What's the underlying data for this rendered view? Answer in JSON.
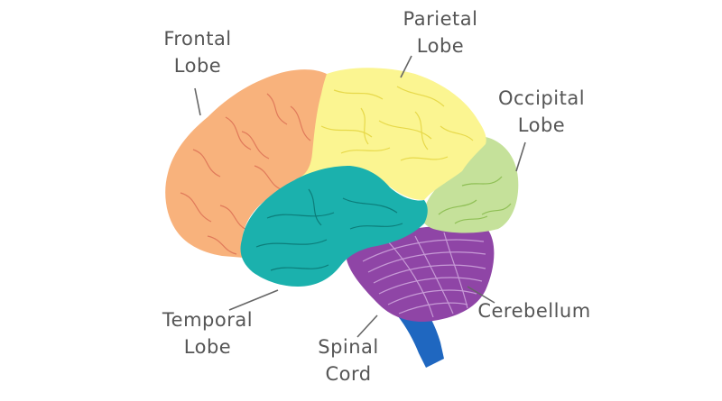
{
  "labels": {
    "frontal": [
      "Frontal",
      "Lobe"
    ],
    "parietal": [
      "Parietal",
      "Lobe"
    ],
    "occipital": [
      "Occipital",
      "Lobe"
    ],
    "temporal": [
      "Temporal",
      "Lobe"
    ],
    "spinal": [
      "Spinal",
      "Cord"
    ],
    "cerebellum": [
      "Cerebellum"
    ]
  },
  "colors": {
    "frontal": "#f8b27c",
    "frontal_lines": "#e07a5a",
    "parietal": "#fbf591",
    "parietal_lines": "#e7d94a",
    "occipital": "#c5e19a",
    "occipital_lines": "#8fbf55",
    "temporal": "#1bb1ad",
    "temporal_lines": "#0c7d7a",
    "cerebellum": "#8f45a6",
    "cerebellum_lines": "#c79ad6",
    "spinal": "#1f67c0",
    "label_text": "#555555",
    "leader": "#666666"
  }
}
